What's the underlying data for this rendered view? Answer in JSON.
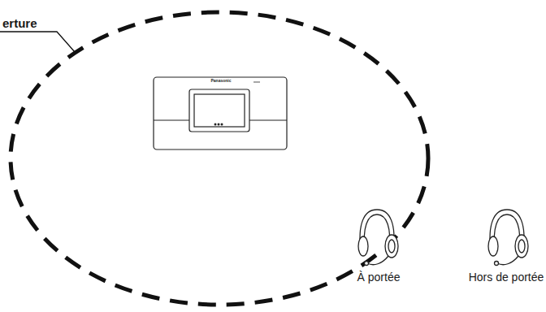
{
  "diagram": {
    "labels": [
      "erture",
      "Panasonic",
      "À portée",
      "Hors de portée"
    ]
  }
}
